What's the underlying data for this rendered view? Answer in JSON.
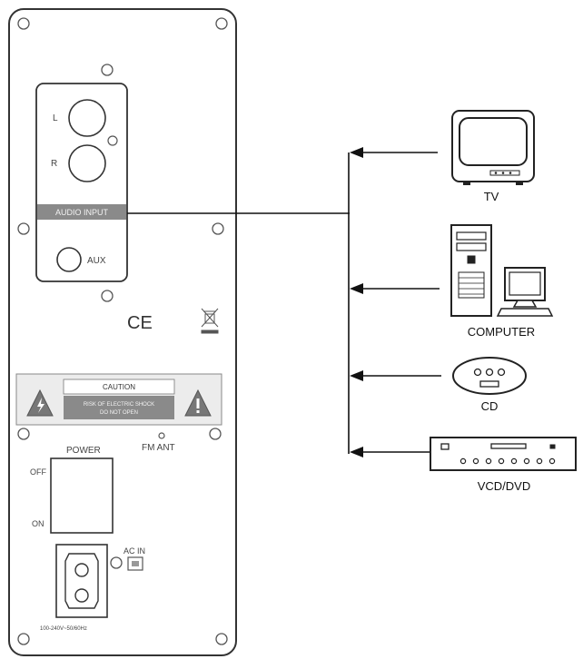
{
  "panel": {
    "channel_left": "L",
    "channel_right": "R",
    "audio_input_label": "AUDIO INPUT",
    "aux_label": "AUX",
    "ce_mark": "CE",
    "caution_title": "CAUTION",
    "caution_line1": "RISK OF ELECTRIC SHOCK",
    "caution_line2": "DO NOT OPEN",
    "fm_ant_label": "FM ANT",
    "power_label": "POWER",
    "off_label": "OFF",
    "on_label": "ON",
    "ac_in_label": "AC IN",
    "voltage_label": "100-240V~50/60Hz"
  },
  "devices": {
    "tv": "TV",
    "computer": "COMPUTER",
    "cd": "CD",
    "vcd_dvd": "VCD/DVD"
  }
}
